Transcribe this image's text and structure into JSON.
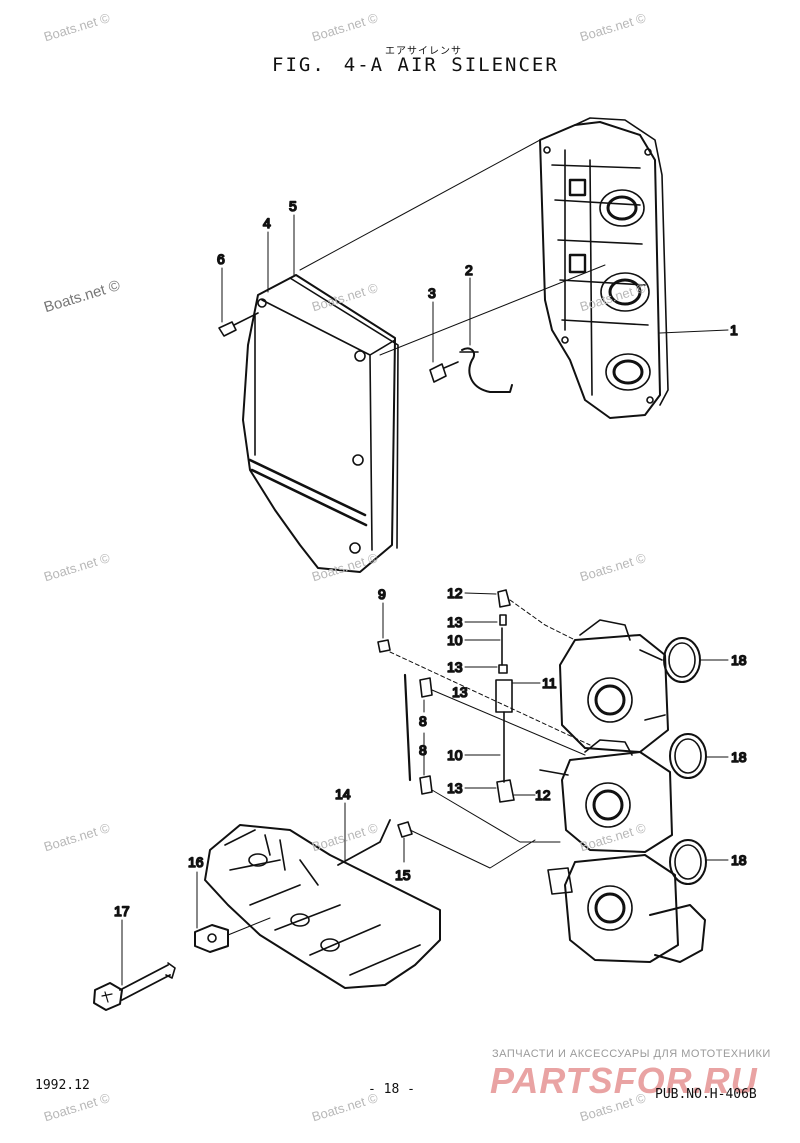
{
  "header": {
    "japanese_title": "エアサイレンサ",
    "fig_label": "FIG.",
    "fig_number": "4-A",
    "title": "AIR SILENCER"
  },
  "footer": {
    "date": "1992.12",
    "page": "- 18 -",
    "publication": "PUB.NO.H-406B"
  },
  "watermarks": {
    "site": "Boats.net ©",
    "brand_tagline": "ЗАПЧАСТИ И АКСЕССУАРЫ ДЛЯ МОТОТЕХНИКИ",
    "brand_name": "PARTSFOR.RU"
  },
  "colors": {
    "ink": "#111111",
    "watermark": "#b8b8b8",
    "brand": "#e9a3a3"
  },
  "part_numbers": {
    "p1": "1",
    "p2": "2",
    "p3": "3",
    "p4": "4",
    "p5": "5",
    "p6": "6",
    "p8a": "8",
    "p8b": "8",
    "p9": "9",
    "p10a": "10",
    "p10b": "10",
    "p11": "11",
    "p12a": "12",
    "p12b": "12",
    "p13a": "13",
    "p13b": "13",
    "p13c": "13",
    "p13d": "13",
    "p14": "14",
    "p15": "15",
    "p16": "16",
    "p17": "17",
    "p18a": "18",
    "p18b": "18",
    "p18c": "18"
  }
}
